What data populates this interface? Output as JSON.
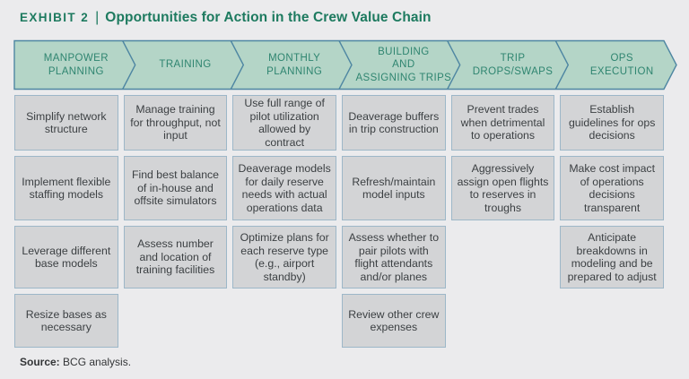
{
  "title": {
    "exhibit_label": "EXHIBIT 2",
    "separator": "|",
    "text": "Opportunities for Action in the Crew Value Chain"
  },
  "colors": {
    "background": "#ebebed",
    "title_green": "#1d7a5f",
    "chevron_fill": "#b4d5c7",
    "chevron_border": "#4e86a2",
    "chevron_text": "#2f8570",
    "box_fill": "#d3d4d6",
    "box_border": "#9db7c8",
    "box_text": "#3c4043"
  },
  "stages": [
    {
      "label": "MANPOWER\nPLANNING",
      "items": [
        "Simplify network structure",
        "Implement flexible staffing models",
        "Leverage different base models",
        "Resize bases as necessary"
      ]
    },
    {
      "label": "TRAINING",
      "items": [
        "Manage training for throughput, not input",
        "Find best balance of in-house and offsite simulators",
        "Assess number and location of training facilities"
      ]
    },
    {
      "label": "MONTHLY\nPLANNING",
      "items": [
        "Use full range of pilot utilization allowed by contract",
        "Deaverage models for daily reserve needs with actual operations data",
        "Optimize plans for each reserve type (e.g., airport standby)"
      ]
    },
    {
      "label": "BUILDING\nAND\nASSIGNING TRIPS",
      "items": [
        "Deaverage buffers in trip construction",
        "Refresh/maintain model inputs",
        "Assess whether to pair pilots with flight attendants and/or planes",
        "Review other crew expenses"
      ]
    },
    {
      "label": "TRIP\nDROPS/SWAPS",
      "items": [
        "Prevent trades when detrimental to operations",
        "Aggressively assign open flights to reserves in troughs"
      ]
    },
    {
      "label": "OPS\nEXECUTION",
      "items": [
        "Establish guidelines for ops decisions",
        "Make cost impact of operations decisions transparent",
        "Anticipate breakdowns in modeling and be prepared to adjust"
      ]
    }
  ],
  "source": {
    "label": "Source:",
    "text": "BCG analysis."
  }
}
